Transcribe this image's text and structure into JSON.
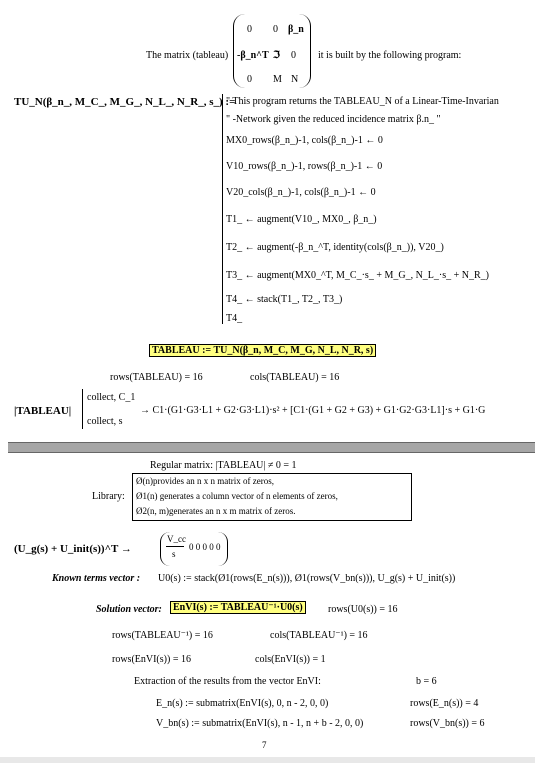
{
  "header": {
    "matrix_label": "The matrix (tableau)",
    "matrix_rows": [
      [
        "0",
        "0",
        "β_n"
      ],
      [
        "-β_n^T",
        "ℑ",
        "0"
      ],
      [
        "0",
        "M",
        "N"
      ]
    ],
    "matrix_note": "it is built by the following program:"
  },
  "function": {
    "signature": "TU_N(β_n_, M_C_, M_G_, N_L_, N_R_, s_) :=",
    "comment1": "\" This program returns the TABLEAU_N of a Linear-Time-Invarian",
    "comment2": "\" -Network given the reduced incidence matrix β.n_ \"",
    "line_mx0": "MX0_rows(β_n_)-1, cols(β_n_)-1 ← 0",
    "line_v10": "V10_rows(β_n_)-1, rows(β_n_)-1 ← 0",
    "line_v20": "V20_cols(β_n_)-1, cols(β_n_)-1 ← 0",
    "line_t1": "T1_ ← augment(V10_, MX0_, β_n_)",
    "line_t2": "T2_ ← augment(-β_n_^T, identity(cols(β_n_)), V20_)",
    "line_t3": "T3_ ← augment(MX0_^T, M_C_·s_ + M_G_, N_L_·s_ + N_R_)",
    "line_t4": "T4_ ← stack(T1_, T2_, T3_)",
    "line_ret": "T4_"
  },
  "tableau_def": "TABLEAU := TU_N(β_n, M_C, M_G, N_L, N_R, s)",
  "rows_tableau": "rows(TABLEAU) = 16",
  "cols_tableau": "cols(TABLEAU) = 16",
  "det": {
    "left": "|TABLEAU|",
    "op1": "collect, C_1",
    "op2": "collect, s",
    "result": "→ C1·(G1·G3·L1 + G2·G3·L1)·s² + [C1·(G1 + G2 + G3) + G1·G2·G3·L1]·s + G1·G"
  },
  "regular": "Regular matrix: |TABLEAU| ≠ 0 = 1",
  "library": {
    "label": "Library:",
    "item1": "Ø(n)provides an n x n matrix of zeros,",
    "item2": "Ø1(n) generates a column vector of n elements of zeros,",
    "item3": "Ø2(n, m)generates an n x m matrix of zeros."
  },
  "ug": {
    "left": "(U_g(s) + U_init(s))^T →",
    "numer": "V_cc",
    "denom": "s",
    "zeros": "0  0  0  0  0"
  },
  "known": {
    "label": "Known terms vector :",
    "expr": "U0(s) := stack(Ø1(rows(E_n(s))), Ø1(rows(V_bn(s))), U_g(s) + U_init(s))"
  },
  "solution": {
    "label": "Solution vector:",
    "expr": "EnVI(s) := TABLEAU⁻¹·U0(s)",
    "rows_u0": "rows(U0(s)) = 16"
  },
  "inv": {
    "rows": "rows(TABLEAU⁻¹) = 16",
    "cols": "cols(TABLEAU⁻¹) = 16"
  },
  "envi": {
    "rows": "rows(EnVI(s)) = 16",
    "cols": "cols(EnVI(s)) = 1"
  },
  "extraction": {
    "text": "Extraction of the results from the vector EnVI:",
    "b": "b = 6",
    "en": "E_n(s) := submatrix(EnVI(s), 0, n - 2, 0, 0)",
    "en_rows": "rows(E_n(s)) = 4",
    "vbn": "V_bn(s) := submatrix(EnVI(s), n - 1, n + b - 2, 0, 0)",
    "vbn_rows": "rows(V_bn(s)) = 6"
  },
  "page_number": "7"
}
